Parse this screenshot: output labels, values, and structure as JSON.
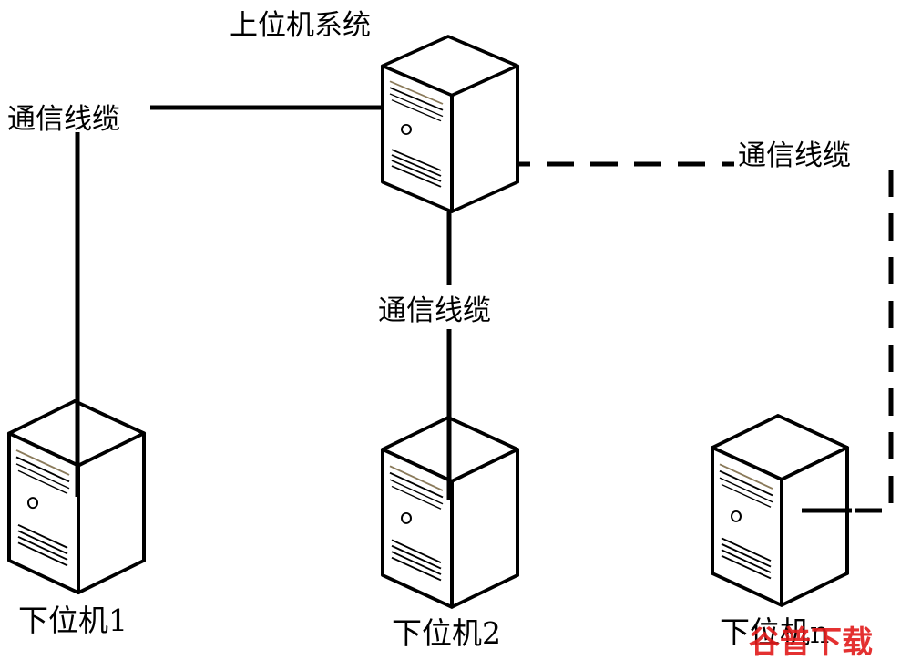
{
  "host": {
    "label": "上位机系统"
  },
  "cables": [
    {
      "label": "通信线缆",
      "style": "solid"
    },
    {
      "label": "通信线缆",
      "style": "solid"
    },
    {
      "label": "通信线缆",
      "style": "dashed"
    }
  ],
  "nodes": [
    {
      "label": "下位机1"
    },
    {
      "label": "下位机2"
    },
    {
      "label": "下位机n"
    }
  ],
  "watermark": {
    "text": "谷普下载"
  },
  "colors": {
    "line": "#000000",
    "server_outline": "#000000",
    "server_fill": "#ffffff",
    "server_accent": "#8a7a5a",
    "watermark": "#e21b1b"
  }
}
